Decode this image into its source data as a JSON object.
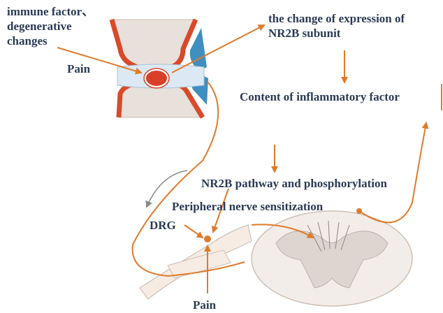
{
  "labels": {
    "immune_line1": "immune factor、",
    "immune_line2": "degenerative",
    "immune_line3": "changes",
    "pain_top": "Pain",
    "nr2b_change_line1": "the change of expression of",
    "nr2b_change_line2": "NR2B subunit",
    "inflammatory_content": "Content of inflammatory factor",
    "nr2b_pathway": "NR2B pathway and phosphorylation",
    "peripheral_sensitization": "Peripheral nerve sensitization",
    "drg": "DRG",
    "pain_bottom": "Pain"
  },
  "colors": {
    "text": "#2b3a55",
    "arrow": "#e07a2a",
    "bone_red": "#d84a2a",
    "bone_blue": "#3f8fc0",
    "cartilage": "#dce9f4",
    "nerve_fill": "#f6ece4",
    "spinal_fill": "#f2ede9",
    "grey_matter": "#dcd5d0",
    "grey_arrow": "#8a8a8a"
  },
  "icons": [
    "joint-illustration",
    "spinal-cord-illustration",
    "drg-node",
    "arrowhead"
  ]
}
